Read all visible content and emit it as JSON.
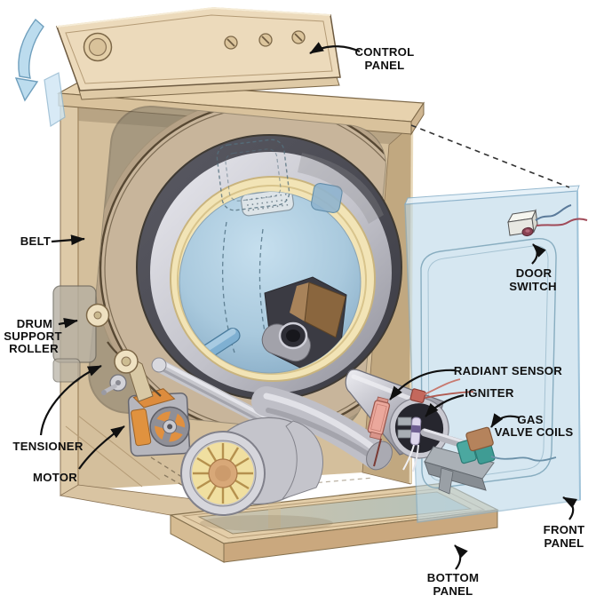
{
  "diagram": {
    "subject": "gas-dryer-cutaway",
    "labels": {
      "control_panel": {
        "line1": "CONTROL",
        "line2": "PANEL"
      },
      "belt": {
        "line1": "BELT"
      },
      "drum_support_roller": {
        "line1": "DRUM",
        "line2": "SUPPORT",
        "line3": "ROLLER"
      },
      "tensioner": {
        "line1": "TENSIONER"
      },
      "motor": {
        "line1": "MOTOR"
      },
      "door_switch": {
        "line1": "DOOR",
        "line2": "SWITCH"
      },
      "radiant_sensor": {
        "line1": "RADIANT SENSOR"
      },
      "igniter": {
        "line1": "IGNITER"
      },
      "gas_valve_coils": {
        "line1": "GAS",
        "line2": "VALVE COILS"
      },
      "front_panel": {
        "line1": "FRONT",
        "line2": "PANEL"
      },
      "bottom_panel": {
        "line1": "BOTTOM",
        "line2": "PANEL"
      }
    },
    "colors": {
      "cabinet_tan": "#e7d2ae",
      "drum_interior_blue": "#a9c9dd",
      "felt_seal_cream": "#f2e4b6",
      "front_panel_blue": "#bcd8e8",
      "motor_winding_orange": "#e09040",
      "impeller_yellow": "#f0dfa0",
      "radiant_sensor_pink": "#eba89c",
      "gas_coil_teal": "#4ba8a0",
      "gas_coil_brown": "#b5835c",
      "label_text": "#101010"
    }
  }
}
